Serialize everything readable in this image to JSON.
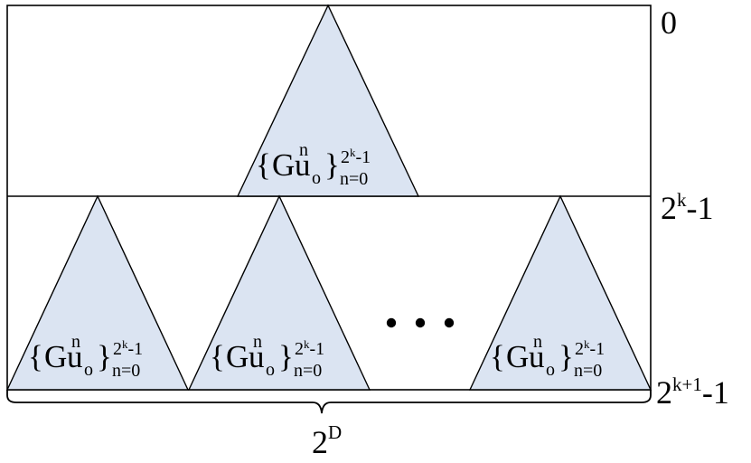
{
  "row_labels": {
    "top": "0",
    "middle_base": "2",
    "middle_exp": "k",
    "middle_tail": "-1",
    "bottom_base": "2",
    "bottom_exp": "k+1",
    "bottom_tail": "-1"
  },
  "width_label": {
    "base": "2",
    "exp": "D"
  },
  "tree_label": {
    "open": "{",
    "symbol_G": "G",
    "symbol_u": "u",
    "sup_n": "n",
    "sub_o": "o",
    "close": "}",
    "upper_limit": "2",
    "upper_limit_exp": "k",
    "upper_limit_tail": "-1",
    "lower_limit": "n=0"
  },
  "ellipsis_count": 3,
  "colors": {
    "triangle_fill": "#dbe4f2",
    "stroke": "#000000"
  }
}
